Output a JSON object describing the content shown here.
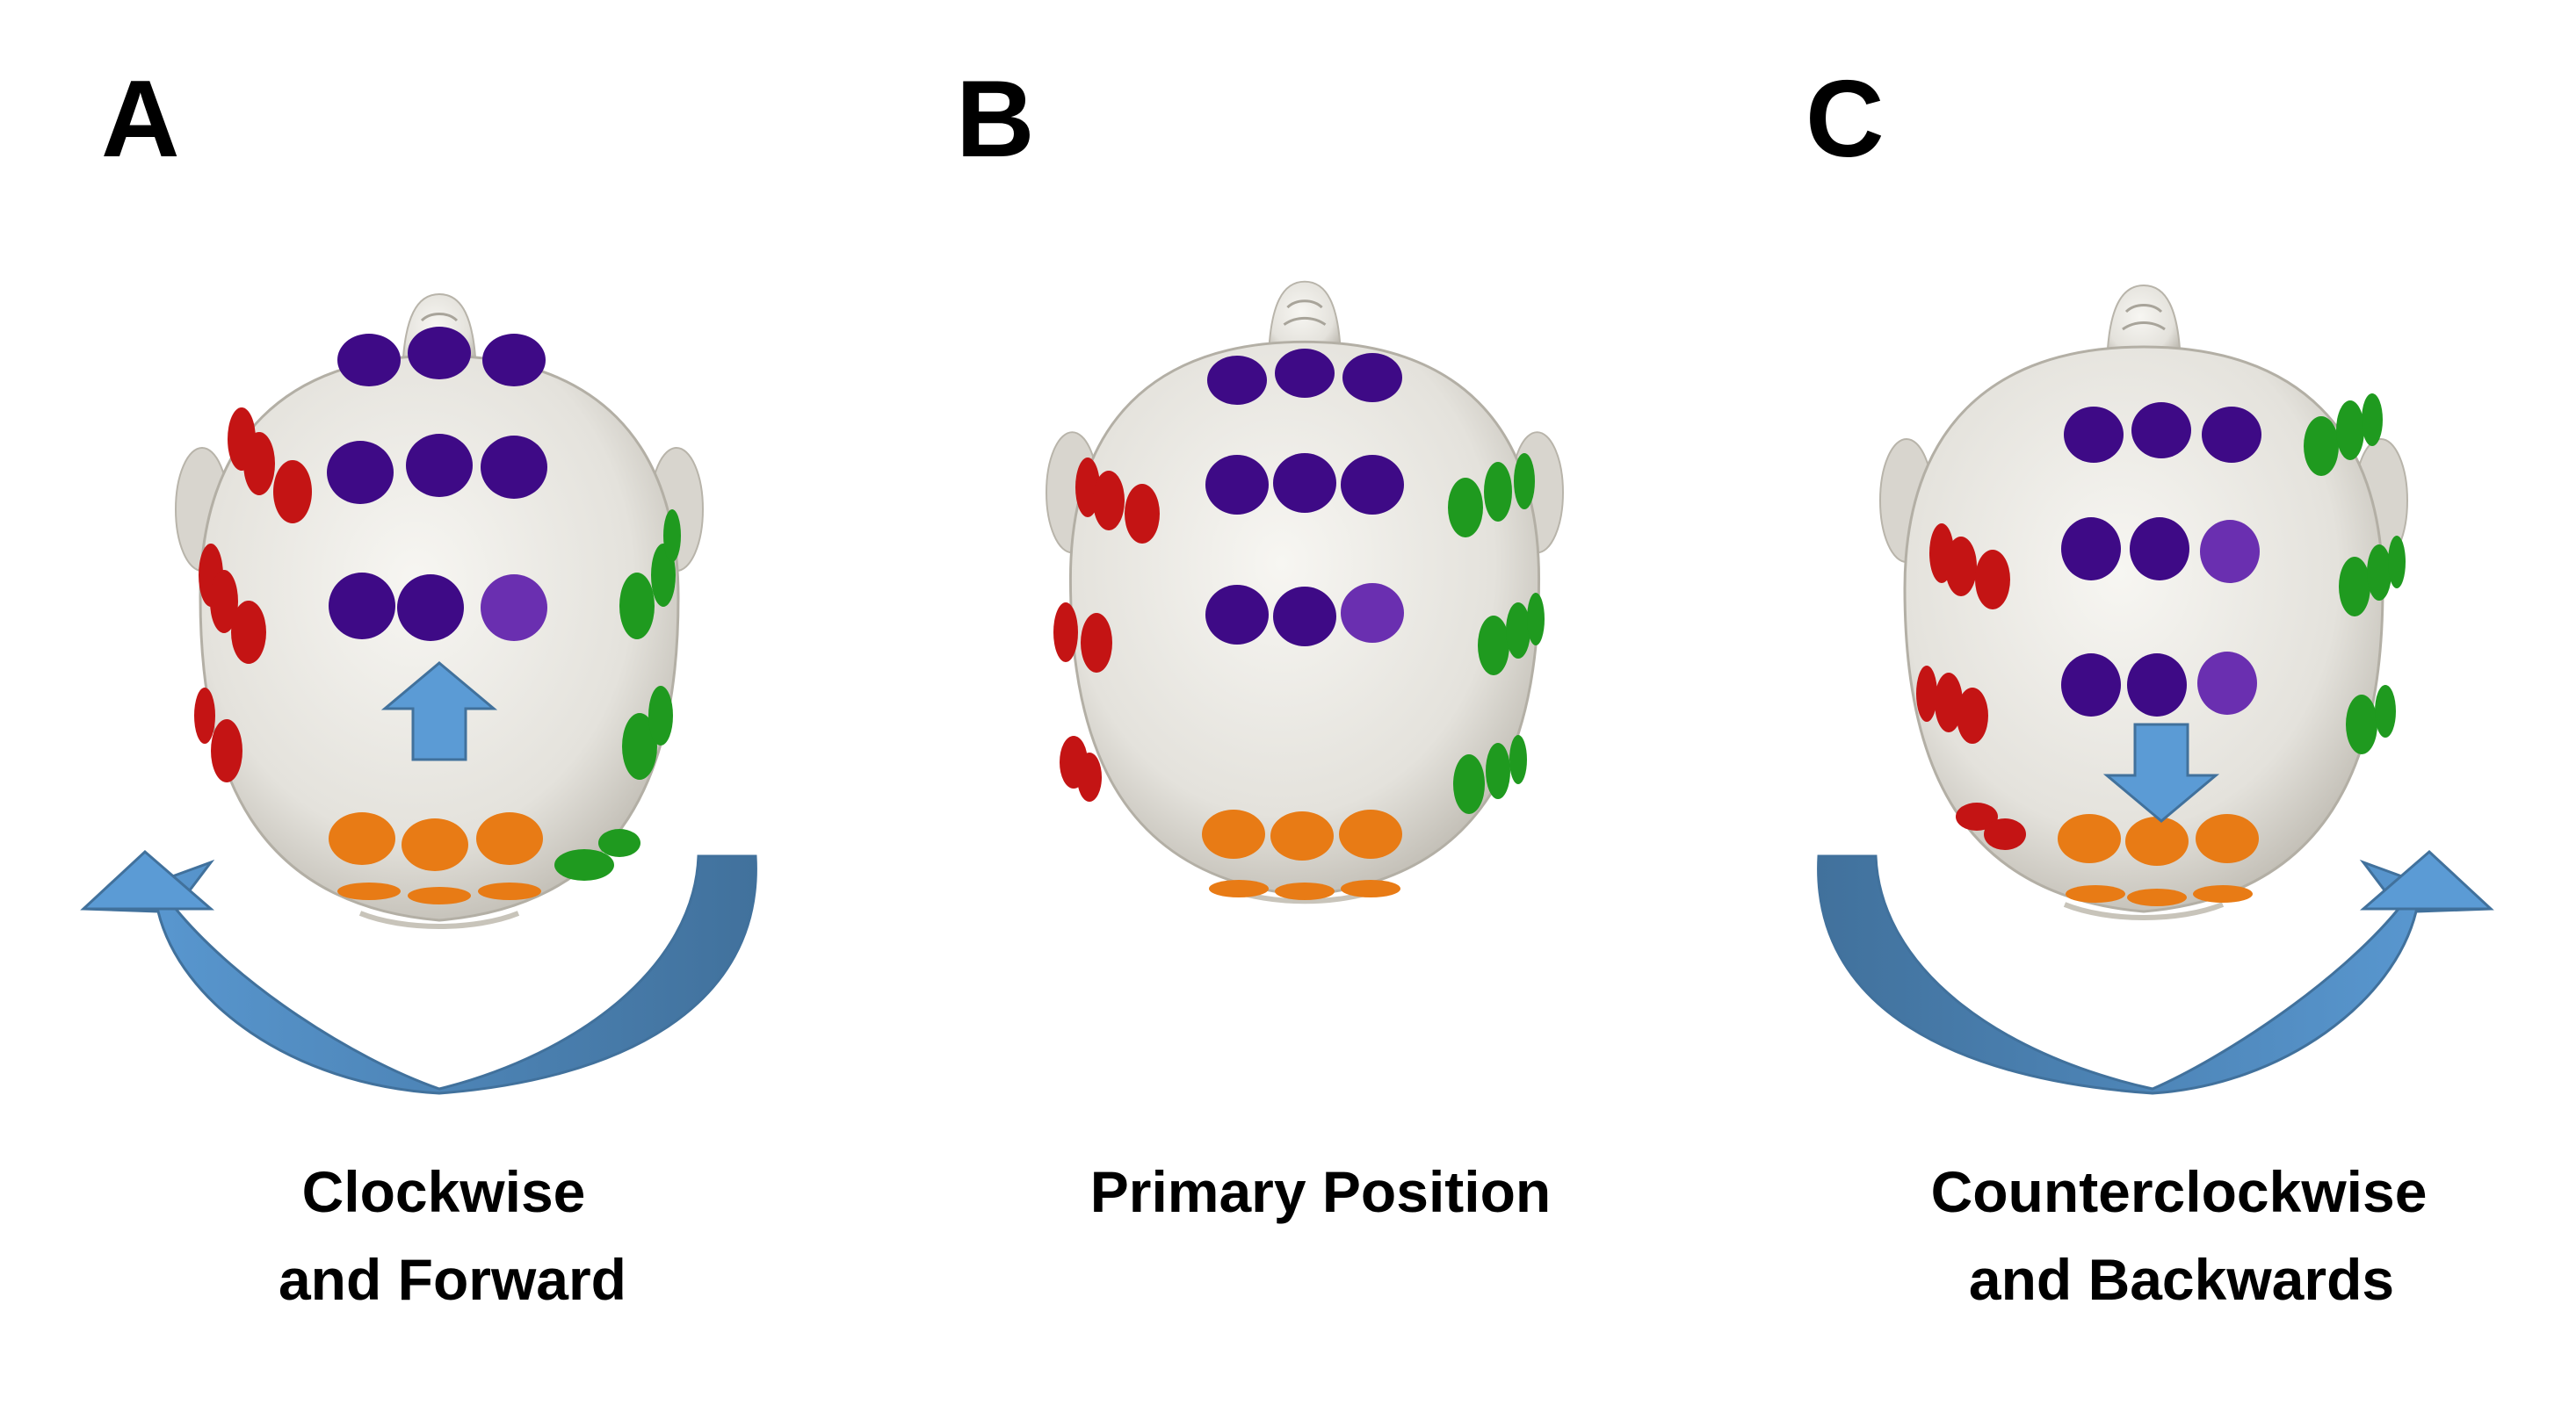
{
  "panels": [
    {
      "letter": "A",
      "caption_line1": "Clockwise",
      "caption_line2": "and Forward",
      "head_arrow": "up",
      "rotation": "clockwise"
    },
    {
      "letter": "B",
      "caption_line1": "Primary Position",
      "caption_line2": "",
      "head_arrow": "none",
      "rotation": "none"
    },
    {
      "letter": "C",
      "caption_line1": "Counterclockwise",
      "caption_line2": "and Backwards",
      "head_arrow": "down",
      "rotation": "counterclockwise"
    }
  ],
  "colors": {
    "head": "#e9e7e1",
    "head_shade": "#c9c6be",
    "purple": "#3e0a86",
    "purple_light": "#6a2fb0",
    "red": "#c41414",
    "green": "#1f9a1f",
    "orange": "#e87b15",
    "arrow": "#5b9bd5",
    "arrow_dark": "#41719c",
    "text": "#000000"
  }
}
